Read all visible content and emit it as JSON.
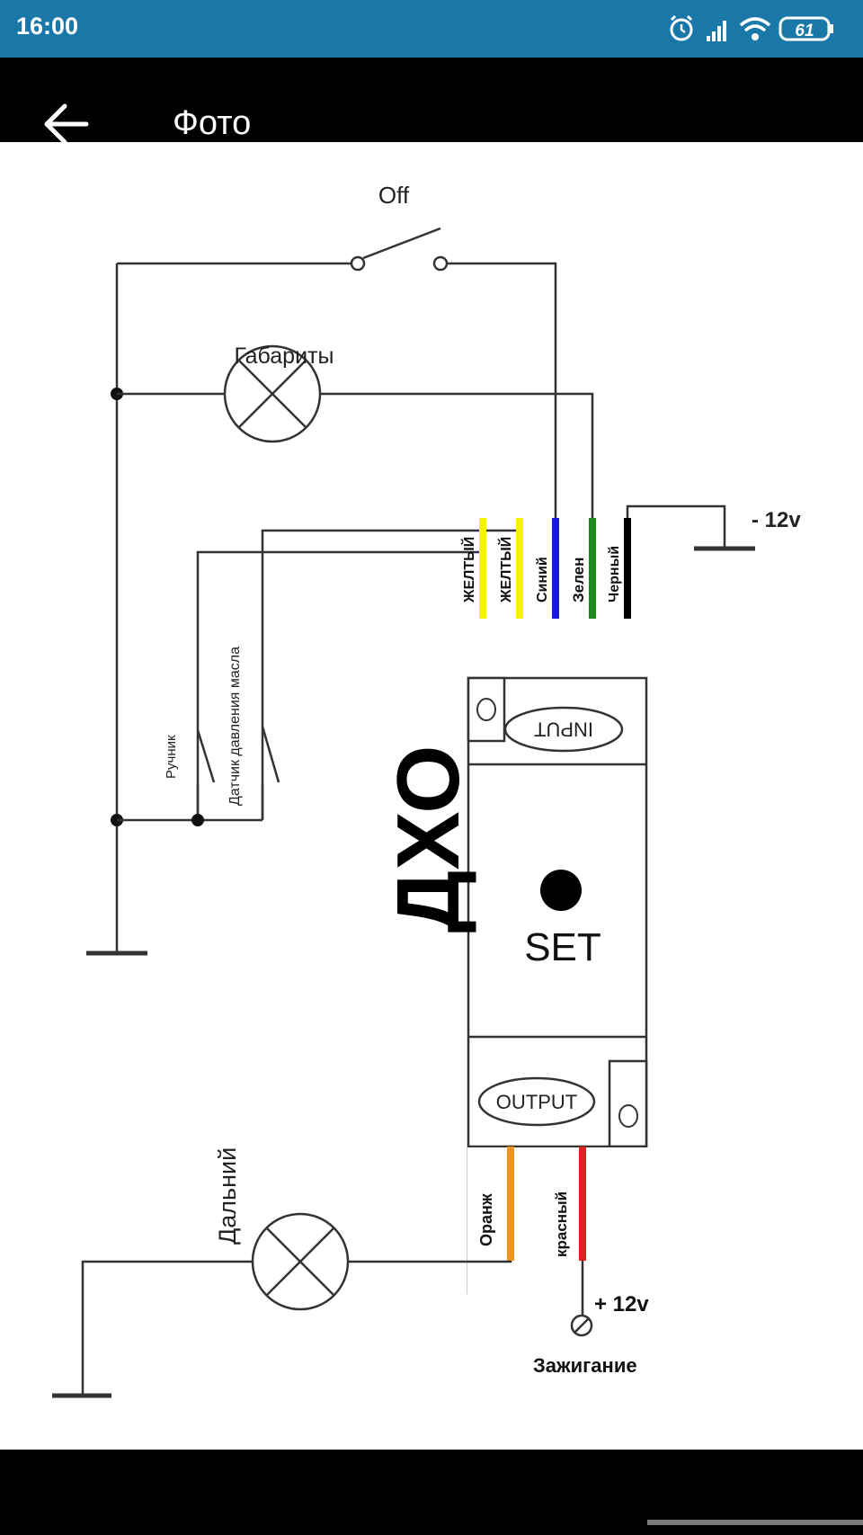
{
  "status_bar": {
    "time": "16:00",
    "battery": "61"
  },
  "app_bar": {
    "title": "Фото"
  },
  "diagram": {
    "switch_label": "Off",
    "parking_lights_label": "Габариты",
    "minus_12v_label": "- 12v",
    "wire_labels": {
      "yellow_1": "ЖЕЛТЫЙ",
      "yellow_2": "ЖЕЛТЫЙ",
      "blue": "Синий",
      "green": "Зелен",
      "black": "Черный",
      "orange": "Оранж",
      "red": "красный"
    },
    "input_label": "INPUT",
    "output_label": "OUTPUT",
    "set_label": "SET",
    "device_label": "ДХО",
    "handbrake_label": "Ручник",
    "oil_sensor_label": "Датчик давления масла",
    "high_beam_label": "Дальний",
    "plus_12v_label": "+ 12v",
    "ignition_label": "Зажигание"
  },
  "colors": {
    "status_bar": "#1a78a8",
    "yellow_wire": "#f5ef1a",
    "blue_wire": "#1a1ad0",
    "green_wire": "#1c8a1c",
    "black_wire": "#000000",
    "orange_wire": "#ef9520",
    "red_wire": "#e02020"
  }
}
